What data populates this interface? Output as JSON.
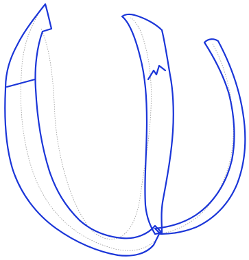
{
  "colors": {
    "background": "#ffffff",
    "contour": "#1a35d8",
    "midline": "#9a9a9a"
  },
  "diagram": {
    "structures": [
      "left-segment-contour",
      "center-segment-contour",
      "right-segment-contour"
    ],
    "midlines": [
      "left-midline",
      "center-midline",
      "right-midline"
    ],
    "annotations": [
      "left-divider-line",
      "center-notch"
    ]
  }
}
